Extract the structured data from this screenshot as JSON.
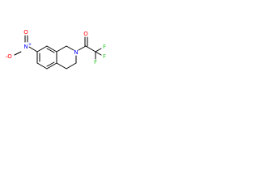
{
  "structure": {
    "atoms": {
      "nitro_o_minus": {
        "label": "O",
        "charge": "−",
        "element": "O"
      },
      "nitro_n": {
        "label": "N",
        "charge": "+",
        "element": "N"
      },
      "nitro_o_double": {
        "label": "O",
        "element": "O"
      },
      "ring_n": {
        "label": "N",
        "element": "N"
      },
      "carbonyl_o": {
        "label": "O",
        "element": "O"
      },
      "f1": {
        "label": "F",
        "element": "F"
      },
      "f2": {
        "label": "F",
        "element": "F"
      },
      "f3": {
        "label": "F",
        "element": "F"
      }
    },
    "colors": {
      "O": "#ff0000",
      "N": "#0000ff",
      "F": "#33cc33",
      "bond": "#000000"
    }
  }
}
